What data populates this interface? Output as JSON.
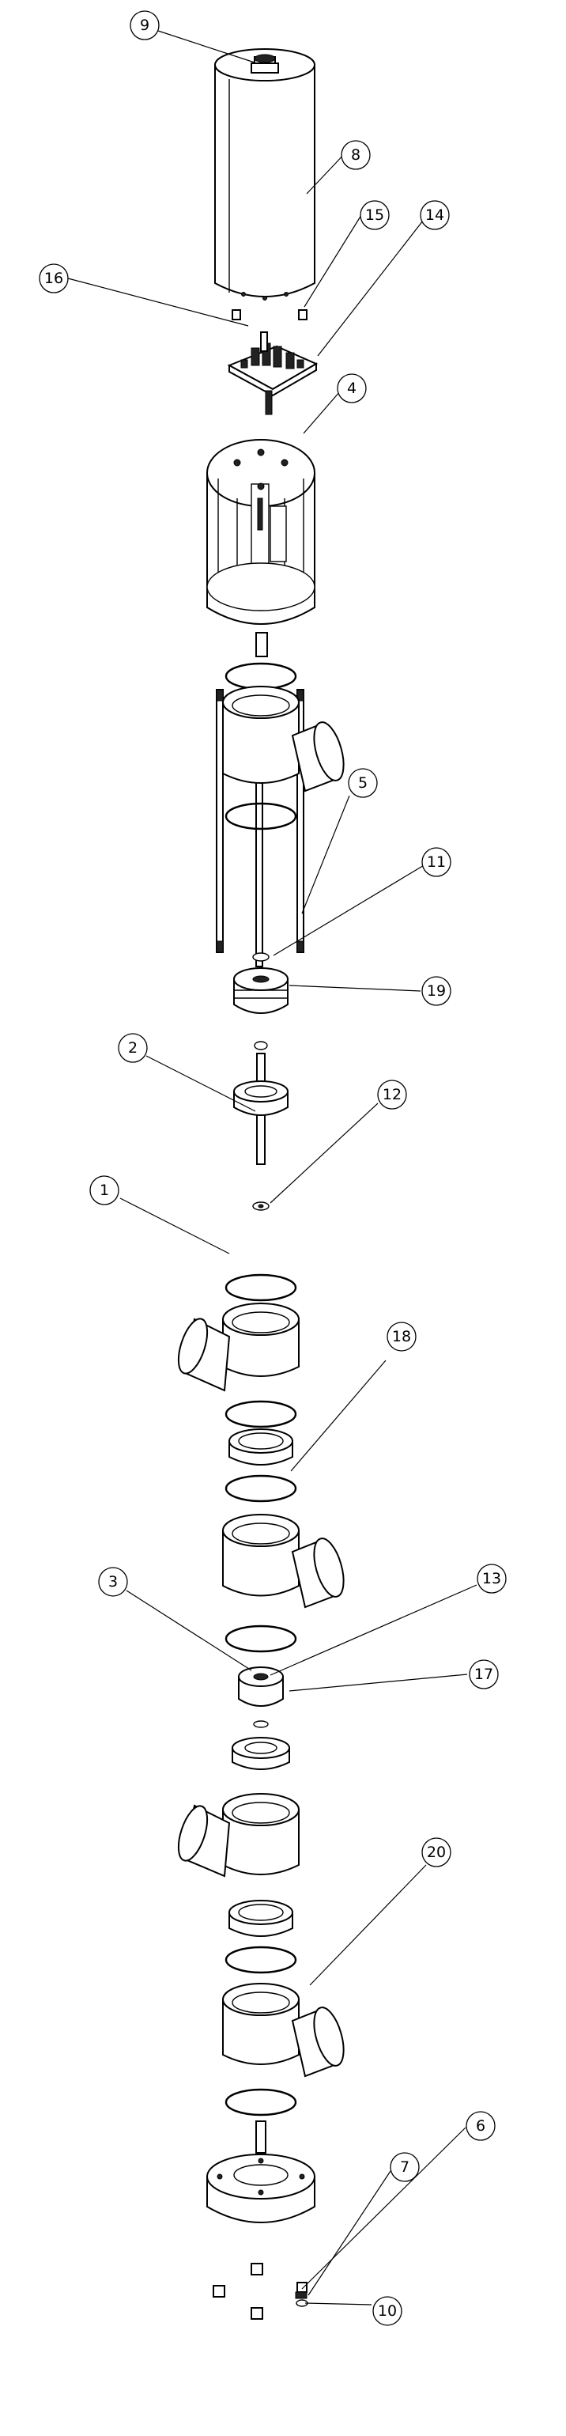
{
  "callouts": [
    {
      "label": "9"
    },
    {
      "label": "8"
    },
    {
      "label": "15"
    },
    {
      "label": "14"
    },
    {
      "label": "16"
    },
    {
      "label": "4"
    },
    {
      "label": "5"
    },
    {
      "label": "11"
    },
    {
      "label": "19"
    },
    {
      "label": "2"
    },
    {
      "label": "12"
    },
    {
      "label": "1"
    },
    {
      "label": "18"
    },
    {
      "label": "13"
    },
    {
      "label": "3"
    },
    {
      "label": "17"
    },
    {
      "label": "20"
    },
    {
      "label": "6"
    },
    {
      "label": "7"
    },
    {
      "label": "10"
    }
  ]
}
